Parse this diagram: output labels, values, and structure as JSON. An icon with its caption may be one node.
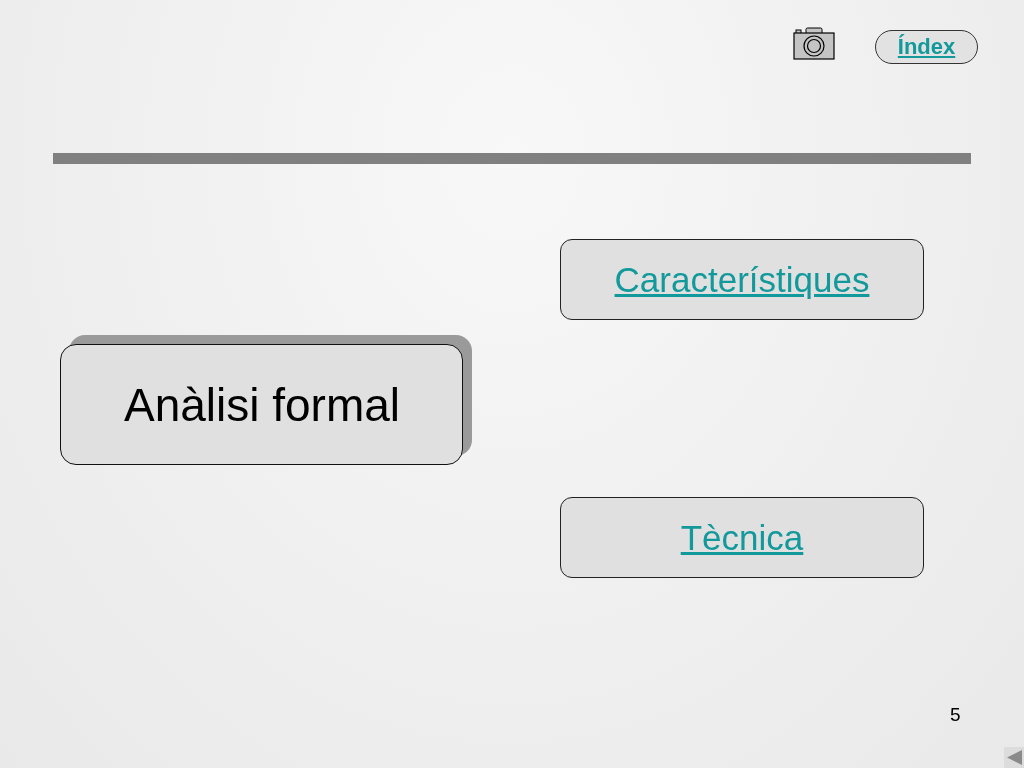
{
  "diagram": {
    "nodes": [
      {
        "text": [
          "Índex"
        ]
      },
      {
        "text": [
          "Anàlisi formal"
        ]
      },
      {
        "text": [
          "Característiques"
        ]
      },
      {
        "text": [
          "Tècnica"
        ]
      }
    ],
    "labels": [
      "5"
    ]
  }
}
